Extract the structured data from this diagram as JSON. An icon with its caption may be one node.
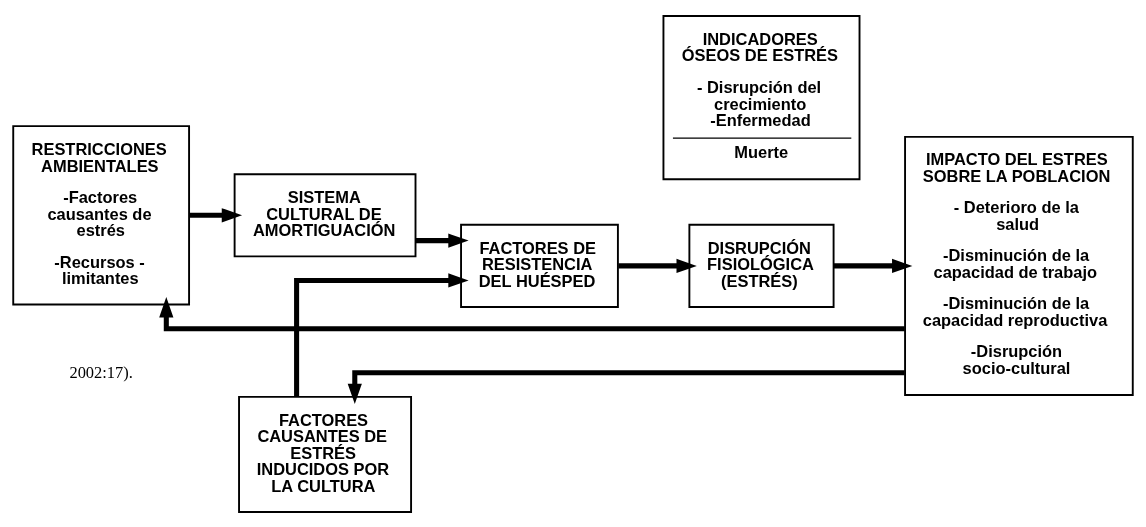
{
  "diagram": {
    "nodes": [
      {
        "text": [
          "RESTRICCIONES AMBIENTALES",
          "-Factores causantes de estrés",
          "-Recursos - limitantes"
        ]
      },
      {
        "text": [
          "SISTEMA CULTURAL DE AMORTIGUACIÓN"
        ]
      },
      {
        "text": [
          "FACTORES CAUSANTES DE ESTRÉS INDUCIDOS POR LA CULTURA"
        ]
      },
      {
        "text": [
          "FACTORES DE RESISTENCIA DEL HUÉSPED"
        ]
      },
      {
        "text": [
          "DISRUPCIÓN FISIOLÓGICA (ESTRÉS)"
        ]
      },
      {
        "text": [
          "INDICADORES ÓSEOS DE ESTRÉS",
          "- Disrupción del crecimiento -Enfermedad",
          "Muerte"
        ]
      },
      {
        "text": [
          "IMPACTO DEL ESTRES SOBRE LA POBLACION",
          "- Deterioro de la salud",
          "-Disminución de la capacidad de trabajo",
          "-Disminución de la capacidad reproductiva",
          "-Disrupción socio-cultural"
        ]
      }
    ],
    "edges": [
      {
        "from": 0,
        "to": 1,
        "arrow": "to"
      },
      {
        "from": 1,
        "to": 3,
        "arrow": "to"
      },
      {
        "from": 2,
        "to": 3,
        "arrow": "to"
      },
      {
        "from": 3,
        "to": 4,
        "arrow": "to"
      },
      {
        "from": 4,
        "to": 6,
        "arrow": "to"
      },
      {
        "from": 6,
        "to": 0,
        "arrow": "to"
      },
      {
        "from": 6,
        "to": 2,
        "arrow": "to"
      }
    ],
    "labels": [
      "2002:17)."
    ]
  }
}
